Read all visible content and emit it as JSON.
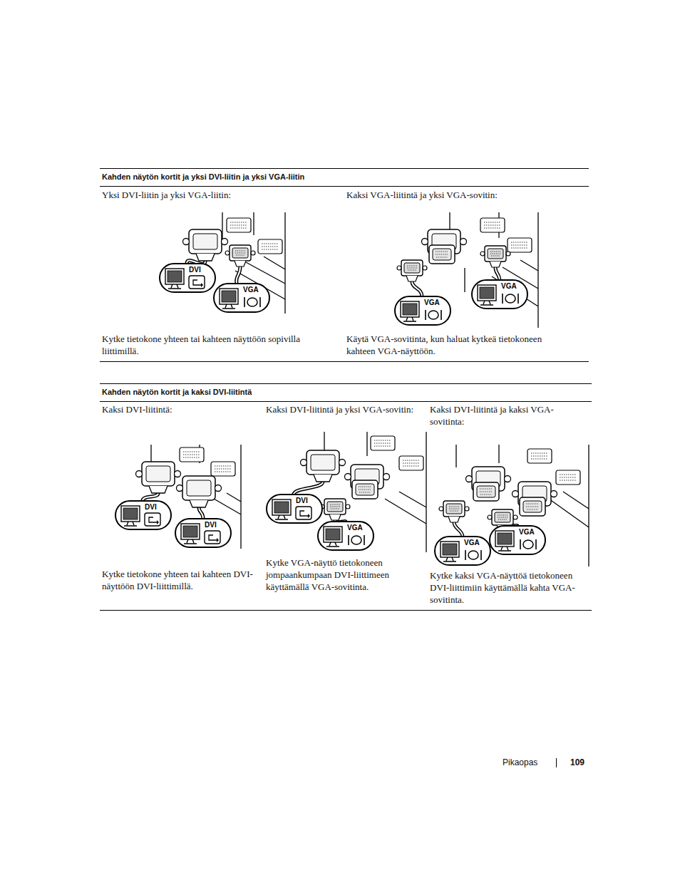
{
  "diagram": {
    "nodes": [
      {
        "text": [
          "DVI"
        ]
      },
      {
        "text": [
          "VGA"
        ]
      },
      {
        "text": [
          "VGA"
        ]
      },
      {
        "text": [
          "VGA"
        ]
      },
      {
        "text": [
          "DVI"
        ]
      },
      {
        "text": [
          "DVI"
        ]
      },
      {
        "text": [
          "DVI"
        ]
      },
      {
        "text": [
          "VGA"
        ]
      },
      {
        "text": [
          "VGA"
        ]
      },
      {
        "text": [
          "VGA"
        ]
      }
    ],
    "labels": [
      "Kahden näytön kortit ja yksi DVI-liitin ja yksi VGA-liitin",
      "Yksi DVI-liitin ja yksi VGA-liitin:",
      "Kaksi VGA-liitintä ja yksi VGA-sovitin:",
      "Kytke tietokone yhteen tai kahteen näyttöön sopivilla liittimillä.",
      "Käytä VGA-sovitinta, kun haluat kytkeä tietokoneen kahteen VGA-näyttöön.",
      "Kahden näytön kortit ja kaksi DVI-liitintä",
      "Kaksi DVI-liitintä:",
      "Kaksi DVI-liitintä ja yksi VGA-sovitin:",
      "Kaksi DVI-liitintä ja kaksi VGA-sovitinta:",
      "Kytke tietokone yhteen tai kahteen DVI-näyttöön DVI-liittimillä.",
      "Kytke VGA-näyttö tietokoneen jompaankumpaan DVI-liittimeen käyttämällä VGA-sovitinta.",
      "Kytke kaksi VGA-näyttöä tietokoneen DVI-liittimiin käyttämällä kahta VGA-sovitinta.",
      "Pikaopas",
      "109"
    ]
  }
}
